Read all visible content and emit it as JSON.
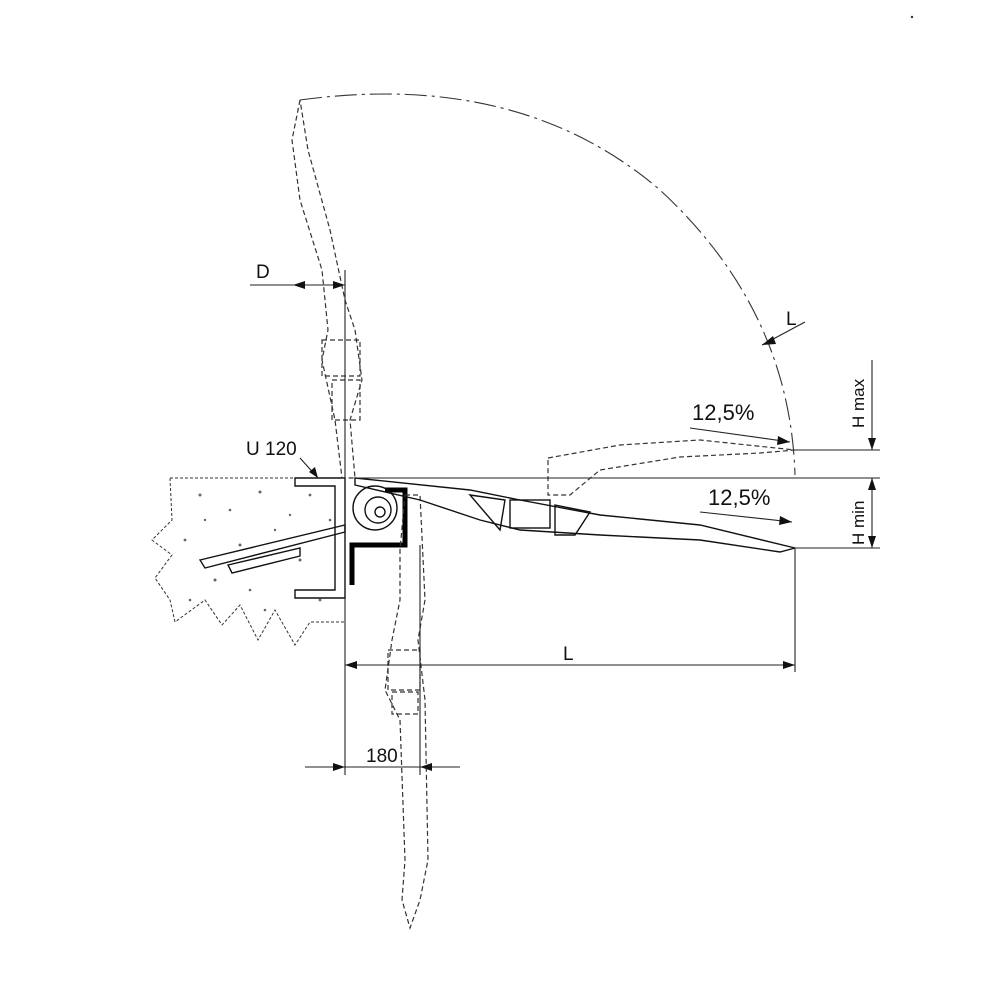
{
  "labels": {
    "d": "D",
    "l_arc": "L",
    "l_bottom": "L",
    "u120": "U 120",
    "pct_upper": "12,5%",
    "pct_lower": "12,5%",
    "h_max": "H max",
    "h_min": "H min",
    "dim_180": "180"
  },
  "colors": {
    "line": "#111111",
    "background": "#ffffff"
  }
}
